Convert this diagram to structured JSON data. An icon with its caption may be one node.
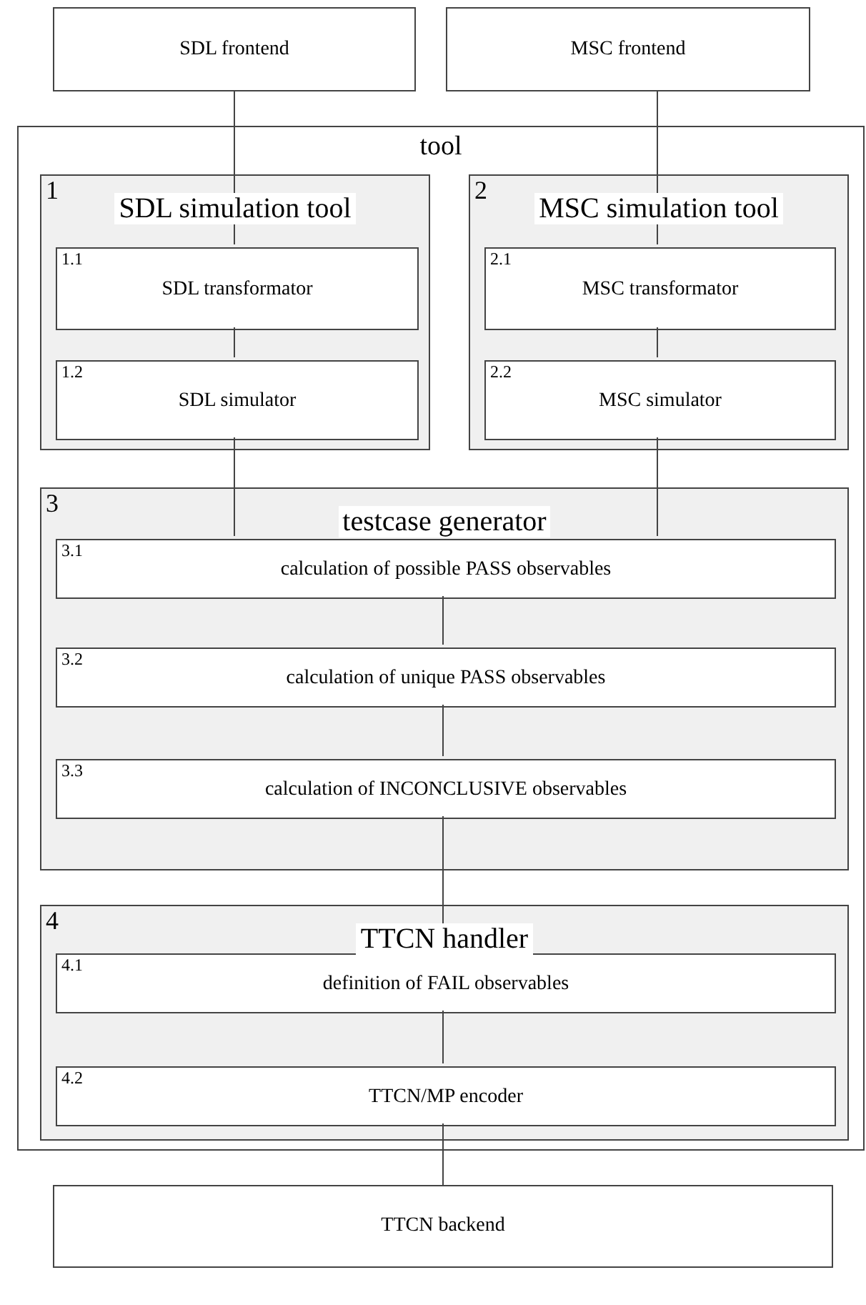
{
  "diagram": {
    "nodes": [
      {
        "text": [
          "SDL frontend"
        ]
      },
      {
        "text": [
          "MSC frontend"
        ]
      },
      {
        "text": [
          "tool"
        ]
      },
      {
        "text": [
          "1",
          "SDL simulation tool"
        ],
        "in": 2
      },
      {
        "text": [
          "1.1",
          "SDL transformator"
        ],
        "in": 3
      },
      {
        "text": [
          "1.2",
          "SDL simulator"
        ],
        "in": 3
      },
      {
        "text": [
          "2",
          "MSC simulation tool"
        ],
        "in": 2
      },
      {
        "text": [
          "2.1",
          "MSC transformator"
        ],
        "in": 6
      },
      {
        "text": [
          "2.2",
          "MSC simulator"
        ],
        "in": 6
      },
      {
        "text": [
          "3",
          "testcase generator"
        ],
        "in": 2
      },
      {
        "text": [
          "3.1",
          "calculation of possible PASS observables"
        ],
        "in": 9
      },
      {
        "text": [
          "3.2",
          "calculation of unique PASS observables"
        ],
        "in": 9
      },
      {
        "text": [
          "3.3",
          "calculation of INCONCLUSIVE observables"
        ],
        "in": 9
      },
      {
        "text": [
          "4",
          "TTCN handler"
        ],
        "in": 2
      },
      {
        "text": [
          "4.1",
          "definition of FAIL observables"
        ],
        "in": 13
      },
      {
        "text": [
          "4.2",
          "TTCN/MP encoder"
        ],
        "in": 13
      },
      {
        "text": [
          "TTCN backend"
        ]
      }
    ],
    "edges": [
      {
        "from": 0,
        "to": 4,
        "arrow": "none"
      },
      {
        "from": 4,
        "to": 5,
        "arrow": "none"
      },
      {
        "from": 5,
        "to": 10,
        "arrow": "none"
      },
      {
        "from": 1,
        "to": 7,
        "arrow": "none"
      },
      {
        "from": 7,
        "to": 8,
        "arrow": "none"
      },
      {
        "from": 8,
        "to": 10,
        "arrow": "none"
      },
      {
        "from": 10,
        "to": 11,
        "arrow": "none"
      },
      {
        "from": 11,
        "to": 12,
        "arrow": "none"
      },
      {
        "from": 12,
        "to": 14,
        "arrow": "none"
      },
      {
        "from": 14,
        "to": 15,
        "arrow": "none"
      },
      {
        "from": 15,
        "to": 16,
        "arrow": "none"
      }
    ]
  }
}
